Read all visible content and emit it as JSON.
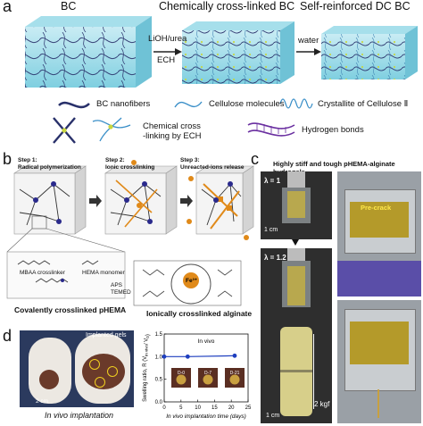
{
  "panel_a": {
    "label": "a",
    "headers": [
      "BC",
      "Chemically cross-linked BC",
      "Self-reinforced DC BC"
    ],
    "arrow1_top": "LiOH/urea",
    "arrow1_bottom": "ECH",
    "arrow2_top": "water",
    "legend": {
      "bc_nanofibers": "BC nanofibers",
      "cellulose_molecules": "Cellulose molecules",
      "crystallite": "Crystallite of Cellulose Ⅱ",
      "chem_crosslink": "Chemical cross\n-linking by ECH",
      "hbonds": "Hydrogen bonds"
    }
  },
  "panel_b": {
    "label": "b",
    "step1_title": "Step 1:",
    "step1_text": "Radical polymerization",
    "step2_title": "Step 2:",
    "step2_text": "Ionic crosslinking",
    "step3_title": "Step 3:",
    "step3_text": "Unreacted-ions release",
    "mbaa": "MBAA crosslinker",
    "hema": "HEMA monomer",
    "aps": "APS",
    "temed": "TEMED",
    "covalent": "Covalently crosslinked pHEMA",
    "ionic": "Ionically crosslinked alginate",
    "fe": "Fe³⁺"
  },
  "panel_c": {
    "label": "c",
    "title": "Highly stiff and tough pHEMA-alginate hydrogels",
    "lambda1": "λ = 1",
    "lambda2": "λ = 1.2",
    "scale1": "1 cm",
    "scale2": "1 cm",
    "precrack": "Pre-crack",
    "weight": "2 kgf"
  },
  "panel_d": {
    "label": "d",
    "implanted": "Implanted gels",
    "scale": "2 cm",
    "caption_left": "In vivo implantation",
    "chart_data": {
      "type": "line",
      "title": "In vivo",
      "xlabel": "In vivo implantation time (days)",
      "ylabel": "Swelling ratio, R (V",
      "ylabel_sub": "in vivo",
      "ylabel_tail": "/ V",
      "ylabel_sub2": "0",
      "ylabel_end": ")",
      "x": [
        0,
        7,
        21
      ],
      "y": [
        1.0,
        1.0,
        1.02
      ],
      "xlim": [
        0,
        25
      ],
      "ylim": [
        0.0,
        1.5
      ],
      "xticks": [
        "0",
        "5",
        "10",
        "15",
        "20",
        "25"
      ],
      "yticks": [
        "0.0",
        "0.5",
        "1.0",
        "1.5"
      ],
      "insets": [
        "D-0",
        "D-7",
        "D-21"
      ],
      "color": "#1f3fbf"
    }
  }
}
